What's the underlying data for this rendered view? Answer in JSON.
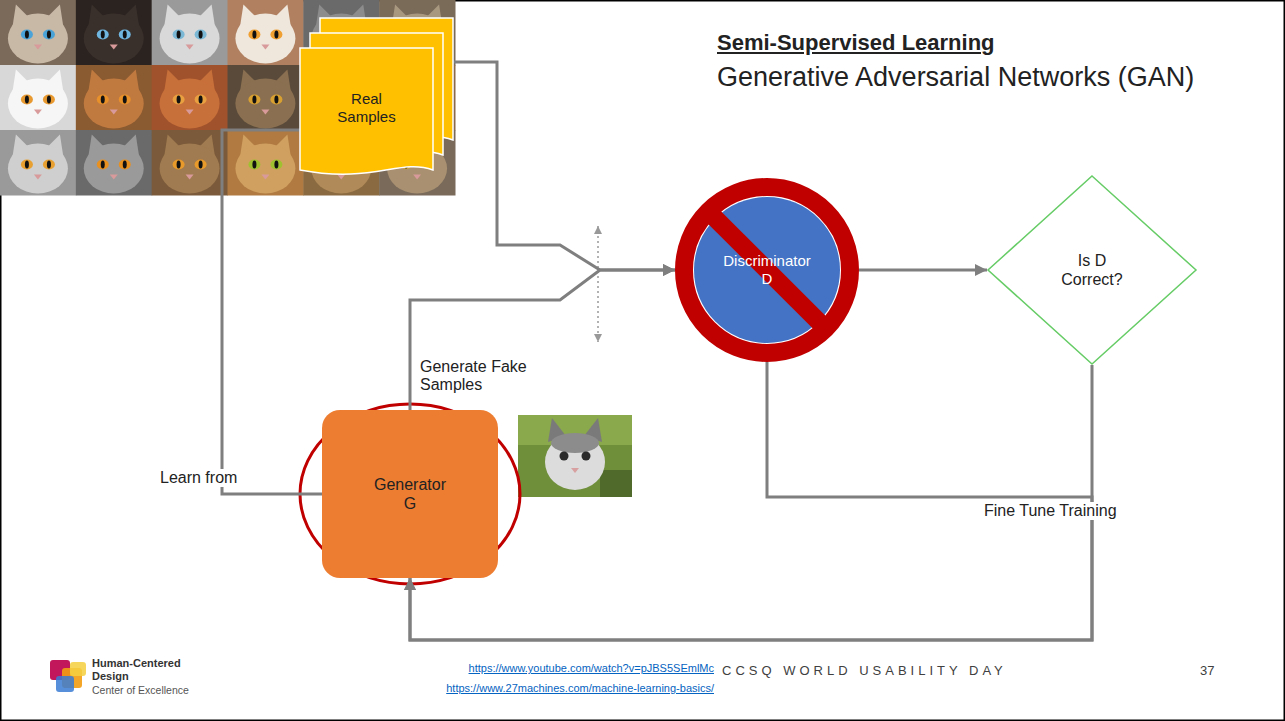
{
  "diagram": {
    "title": "Semi-Supervised Learning",
    "nodes": [
      {
        "text": [
          "Real Samples"
        ]
      },
      {
        "text": [
          "Discriminator D"
        ]
      },
      {
        "text": [
          "Is D Correct?"
        ]
      },
      {
        "text": [
          "Generator G"
        ]
      }
    ],
    "edges": [
      {
        "from": 0,
        "to": 1,
        "arrow": "to"
      },
      {
        "from": 3,
        "to": 1,
        "arrow": "to",
        "label": "Generate Fake Samples"
      },
      {
        "from": 1,
        "to": 2,
        "arrow": "to"
      },
      {
        "from": 2,
        "to": 3,
        "arrow": "to",
        "label": "Fine Tune Training"
      },
      {
        "from": 1,
        "to": 3,
        "arrow": "to"
      },
      {
        "from": 0,
        "to": 3,
        "arrow": "none",
        "label": "Learn from"
      }
    ],
    "labels": [
      "Generative Adversarial Networks (GAN)",
      "https://www.youtube.com/watch?v=pJBS5SEmlMc",
      "https://www.27machines.com/machine-learning-basics/",
      "CCSQ WORLD USABILITY DAY",
      "37",
      "Human-Centered Design",
      "Center of Excellence"
    ]
  }
}
